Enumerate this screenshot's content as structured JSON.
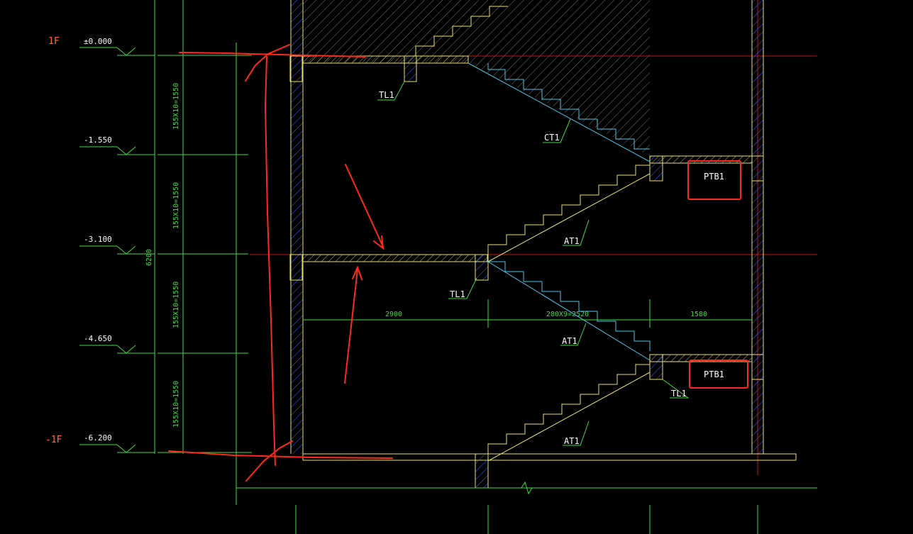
{
  "floors": {
    "upper": "1F",
    "lower": "-1F"
  },
  "levels": [
    "±0.000",
    "-1.550",
    "-3.100",
    "-4.650",
    "-6.200"
  ],
  "vertical_dims": {
    "flights": [
      "155X10=1550",
      "155X10=1550",
      "155X10=1550",
      "155X10=1550"
    ],
    "total": "6200"
  },
  "horizontal_dims": [
    "2900",
    "280X9=2520",
    "1580"
  ],
  "labels": {
    "tl1_top": "TL1",
    "ct1": "CT1",
    "ptb1_upper": "PTB1",
    "at1_a": "AT1",
    "tl1_mid": "TL1",
    "at1_b": "AT1",
    "tl1_low": "TL1",
    "ptb1_lower": "PTB1",
    "at1_c": "AT1"
  },
  "colors": {
    "background": "#000000",
    "dimension": "#3fdc3f",
    "wall": "#e8e070",
    "stair_line": "#49c8e8",
    "axis": "#e02020",
    "annotation": "#ff2a1a",
    "text": "#ffffff",
    "floor_tag": "#ff6a3c"
  }
}
